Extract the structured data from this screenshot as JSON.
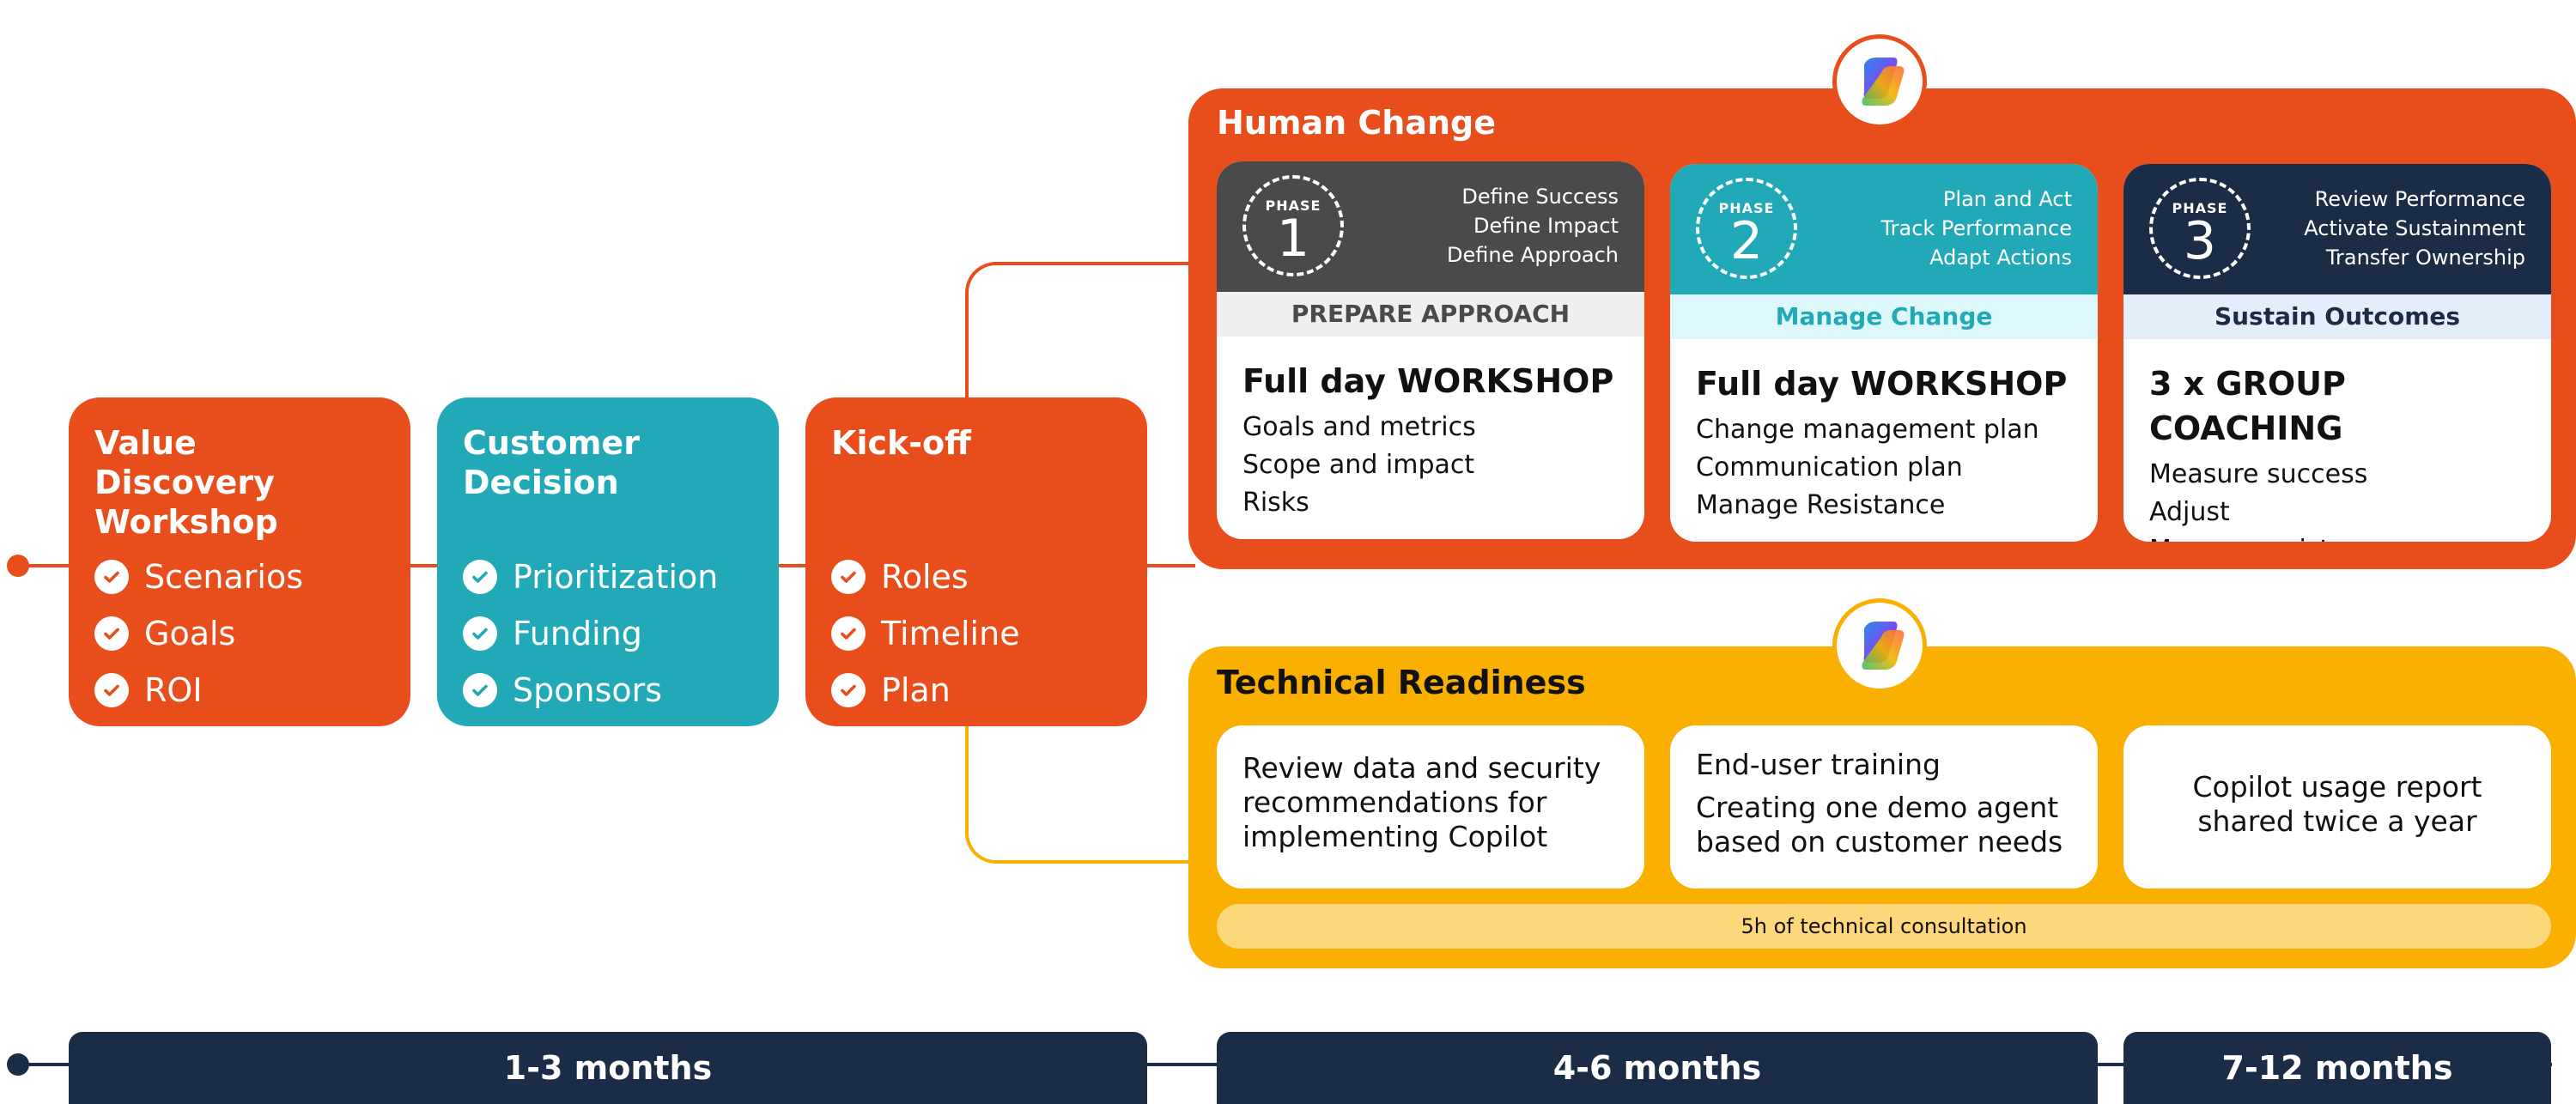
{
  "stages": [
    {
      "title": "Value Discovery Workshop",
      "items": [
        "Scenarios",
        "Goals",
        "ROI"
      ],
      "color": "#e84e1b"
    },
    {
      "title": "Customer Decision",
      "items": [
        "Prioritization",
        "Funding",
        "Sponsors"
      ],
      "color": "#22a9b8"
    },
    {
      "title": "Kick-off",
      "items": [
        "Roles",
        "Timeline",
        "Plan"
      ],
      "color": "#e84e1b"
    }
  ],
  "human_change": {
    "title": "Human Change",
    "color": "#e84e1b",
    "logo_icon": "copilot-logo-icon",
    "phases": [
      {
        "badge_label": "PHASE",
        "number": "1",
        "head_lines": [
          "Define Success",
          "Define Impact",
          "Define Approach"
        ],
        "subtitle": "PREPARE APPROACH",
        "body_title": "Full day WORKSHOP",
        "body_lines": [
          "Goals and metrics",
          "Scope and impact",
          "Risks"
        ]
      },
      {
        "badge_label": "PHASE",
        "number": "2",
        "head_lines": [
          "Plan and Act",
          "Track Performance",
          "Adapt Actions"
        ],
        "subtitle": "Manage Change",
        "body_title": "Full day WORKSHOP",
        "body_lines": [
          "Change management plan",
          "Communication plan",
          "Manage Resistance"
        ]
      },
      {
        "badge_label": "PHASE",
        "number": "3",
        "head_lines": [
          "Review Performance",
          "Activate Sustainment",
          "Transfer Ownership"
        ],
        "subtitle": "Sustain Outcomes",
        "body_title": "3 x GROUP COACHING",
        "body_lines": [
          "Measure success",
          "Adjust",
          "Manage resistance"
        ]
      }
    ]
  },
  "technical_readiness": {
    "title": "Technical Readiness",
    "color": "#f9b000",
    "logo_icon": "copilot-logo-icon",
    "cards": [
      {
        "lines": [
          "Review data and security",
          "recommendations for",
          "implementing Copilot"
        ]
      },
      {
        "lines": [
          "End-user training",
          "Creating one demo agent",
          "based on customer needs"
        ]
      },
      {
        "lines": [
          "Copilot usage report",
          "shared twice a year"
        ]
      }
    ],
    "footer": "5h of technical consultation"
  },
  "timeline": [
    "1-3 months",
    "4-6 months",
    "7-12 months"
  ]
}
